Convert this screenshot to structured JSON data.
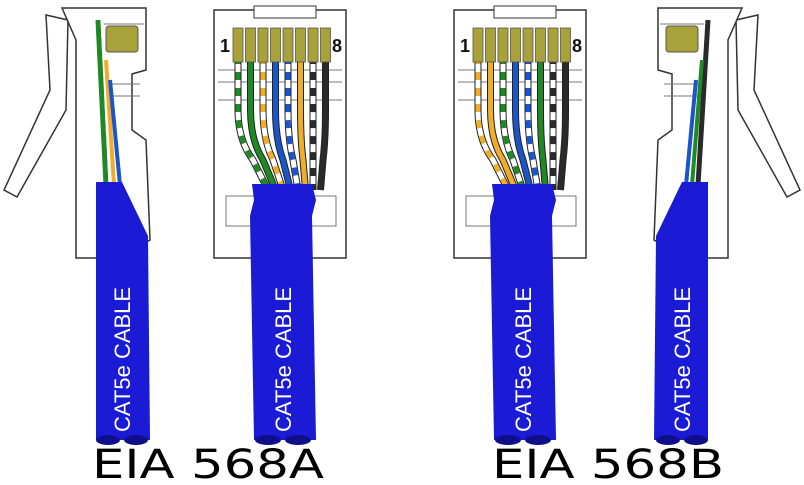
{
  "cable_label": "CAT5e CABLE",
  "standards": [
    {
      "title": "EIA 568A",
      "pins": [
        "white-green",
        "green",
        "white-orange",
        "blue",
        "white-blue",
        "orange",
        "white-brown",
        "brown"
      ]
    },
    {
      "title": "EIA 568B",
      "pins": [
        "white-orange",
        "orange",
        "white-green",
        "blue",
        "white-blue",
        "green",
        "white-brown",
        "brown"
      ]
    }
  ],
  "pin_first": "1",
  "pin_last": "8",
  "colors": {
    "cable": "#1b1bd6",
    "cable_dark": "#0f0f8a",
    "contact": "#a9a23a",
    "green": "#1f8a23",
    "orange": "#f0ad2a",
    "blue": "#1a55c9",
    "brown": "#2a2a2a",
    "white": "#ffffff"
  }
}
